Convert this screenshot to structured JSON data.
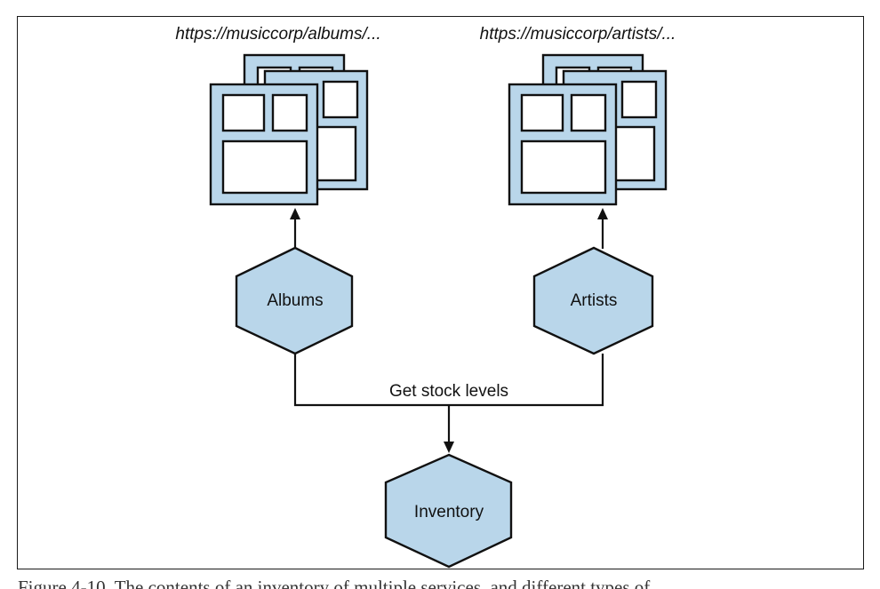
{
  "diagram": {
    "albums_url": "https://musiccorp/albums/...",
    "artists_url": "https://musiccorp/artists/...",
    "albums_label": "Albums",
    "artists_label": "Artists",
    "inventory_label": "Inventory",
    "edge_label": "Get stock levels",
    "caption": "Figure 4-10. The contents of an inventory of multiple services, and different types of"
  },
  "colors": {
    "node_fill": "#b9d6ea",
    "stroke": "#111111",
    "background": "#ffffff"
  }
}
